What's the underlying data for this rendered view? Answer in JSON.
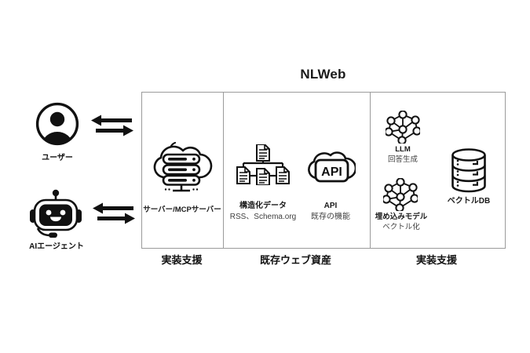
{
  "title": "NLWeb",
  "actors": {
    "user": {
      "label": "ユーザー"
    },
    "agent": {
      "label": "AIエージェント"
    }
  },
  "sections": [
    {
      "caption": "実装支援",
      "items": [
        {
          "name": "サーバー/MCPサーバー"
        }
      ]
    },
    {
      "caption": "既存ウェブ資産",
      "items": [
        {
          "name": "構造化データ",
          "sub": "RSS、Schema.org"
        },
        {
          "name": "API",
          "sub": "既存の機能"
        }
      ]
    },
    {
      "caption": "実装支援",
      "items": [
        {
          "name": "LLM",
          "sub": "回答生成"
        },
        {
          "name": "埋め込みモデル",
          "sub": "ベクトル化"
        },
        {
          "name": "ベクトルDB"
        }
      ]
    }
  ],
  "icons": {
    "api_badge": "API"
  },
  "colors": {
    "ink": "#1a1a1a",
    "muted": "#3f3f3f",
    "border": "#9b9b9b",
    "background": "#ffffff"
  }
}
